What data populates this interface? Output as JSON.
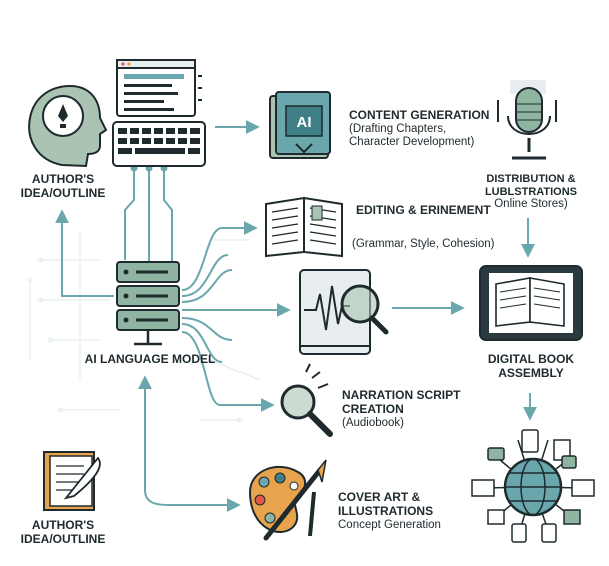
{
  "colors": {
    "ink": "#1e2a2e",
    "teal": "#6aa7ad",
    "teal_dark": "#3f7f86",
    "green": "#8fb5a2",
    "sage": "#aac3b3",
    "orange": "#e8a34d",
    "white": "#ffffff"
  },
  "nodes": {
    "author_top": {
      "line1": "AUTHOR'S",
      "line2": "IDEA/OUTLINE",
      "icon": "head-with-pen-icon"
    },
    "computer": {
      "icon": "monitor-keyboard-icon"
    },
    "content_generation": {
      "title": "CONTENT GENERATION",
      "sub1": "(Drafting Chapters,",
      "sub2": "Character Development)",
      "icon_text": "AI",
      "icon": "ai-book-icon"
    },
    "distribution": {
      "line1": "DISTRIBUTION &",
      "line2": "LUBLSTRATIONS",
      "line3": "Online Stores)",
      "icon": "microphone-icon"
    },
    "editing": {
      "title": "EDITING & ERINEMENT",
      "sub": "(Grammar, Style, Cohesion)",
      "icon": "open-book-icon"
    },
    "waveform": {
      "icon": "audio-wave-magnifier-icon"
    },
    "ai_model": {
      "label": "AI LANGUAGE MODEL",
      "icon": "server-icon"
    },
    "digital_book": {
      "line1": "DIGITAL BOOK",
      "line2": "ASSEMBLY",
      "icon": "tablet-book-icon"
    },
    "narration": {
      "line1": "NARRATION SCRIPT",
      "line2": "CREATION",
      "line3": "(Audiobook)",
      "icon": "magnifier-icon"
    },
    "globe": {
      "icon": "globe-network-icon"
    },
    "author_bottom": {
      "line1": "AUTHOR'S",
      "line2": "IDEA/OUTLINE",
      "icon": "notepad-quill-icon"
    },
    "cover_art": {
      "line1": "COVER ART &",
      "line2": "ILLUSTRATIONS",
      "line3": "Concept Generation",
      "icon": "palette-brush-icon"
    }
  }
}
